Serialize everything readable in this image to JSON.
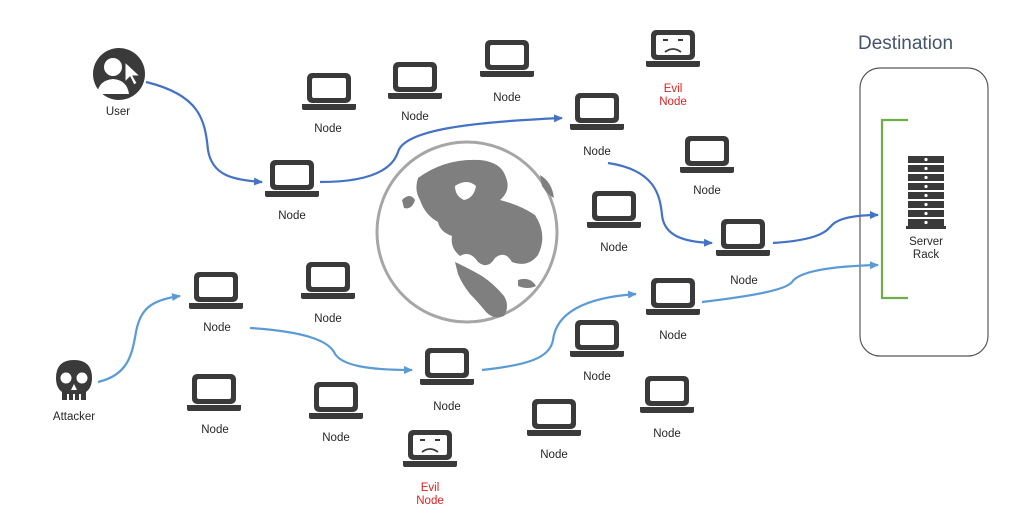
{
  "destination_title": "Destination",
  "server": {
    "line1": "Server",
    "line2": "Rack"
  },
  "user_label": "User",
  "attacker_label": "Attacker",
  "node_label": "Node",
  "evil_node": {
    "line1": "Evil",
    "line2": "Node"
  },
  "colors": {
    "user_path": "#4472c4",
    "attacker_path": "#5b9bd5",
    "evil_text": "#e0201f",
    "bracket": "#70ad47",
    "icon": "#3a3a3a"
  }
}
